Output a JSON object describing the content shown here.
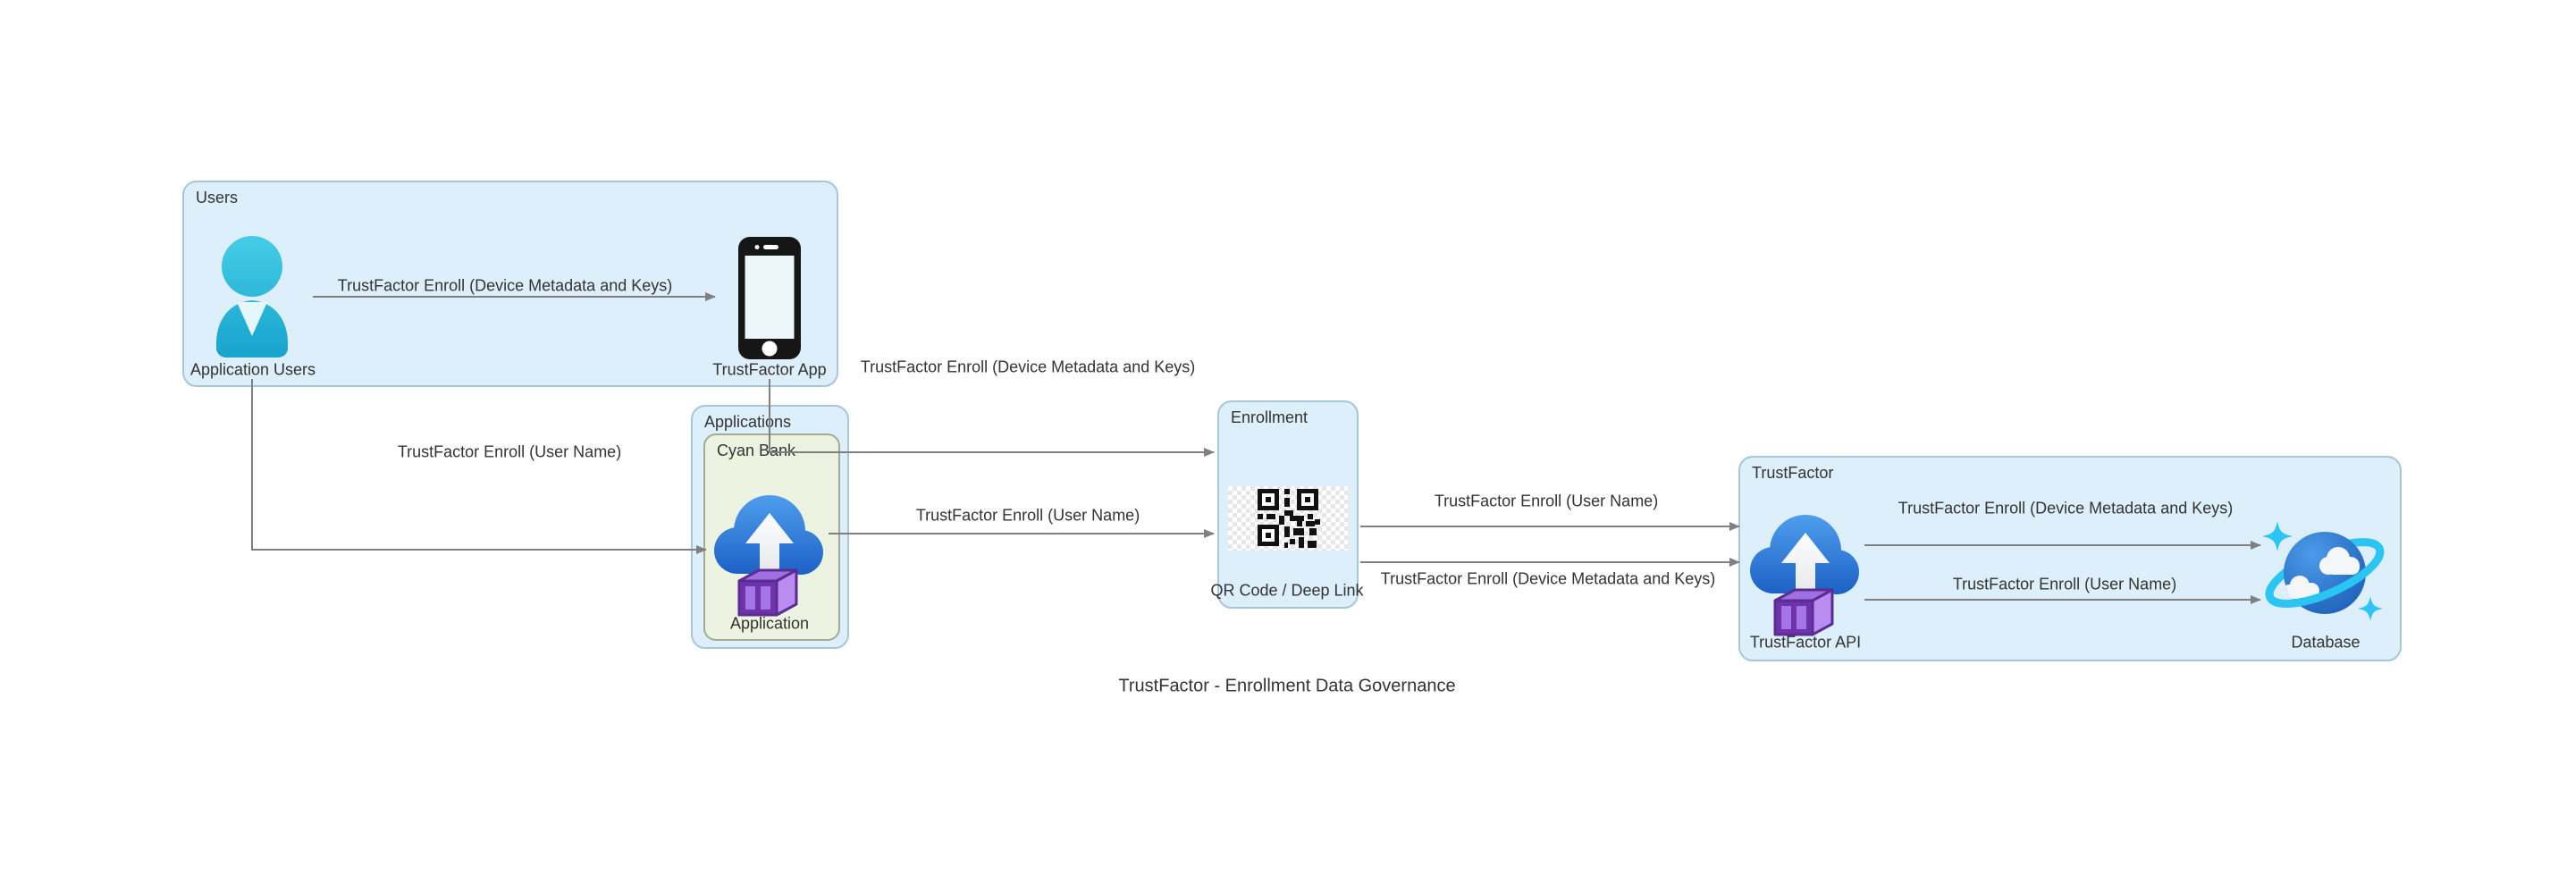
{
  "title": "TrustFactor - Enrollment Data Governance",
  "containers": {
    "users": {
      "label": "Users"
    },
    "applications": {
      "label": "Applications"
    },
    "cyan_bank": {
      "label": "Cyan Bank"
    },
    "enrollment": {
      "label": "Enrollment"
    },
    "trustfactor": {
      "label": "TrustFactor"
    }
  },
  "nodes": {
    "application_users": {
      "label": "Application Users",
      "icon": "person-icon"
    },
    "trustfactor_app": {
      "label": "TrustFactor App",
      "icon": "smartphone-icon"
    },
    "application": {
      "label": "Application",
      "icon": "cloud-upload-container-icon"
    },
    "qr_code": {
      "label": "QR Code / Deep Link",
      "icon": "qr-code-icon"
    },
    "trustfactor_api": {
      "label": "TrustFactor API",
      "icon": "cloud-upload-container-icon"
    },
    "database": {
      "label": "Database",
      "icon": "cosmos-db-globe-icon"
    }
  },
  "edges": {
    "users_to_app": {
      "label": "TrustFactor Enroll (Device Metadata and Keys)"
    },
    "app_to_enrollment": {
      "label": "TrustFactor Enroll (Device Metadata and Keys)"
    },
    "users_to_application": {
      "label": "TrustFactor Enroll (User Name)"
    },
    "application_to_qr": {
      "label": "TrustFactor Enroll (User Name)"
    },
    "qr_to_api_username": {
      "label": "TrustFactor Enroll (User Name)"
    },
    "qr_to_api_device": {
      "label": "TrustFactor Enroll (Device Metadata and Keys)"
    },
    "api_to_db_device": {
      "label": "TrustFactor Enroll (Device Metadata and Keys)"
    },
    "api_to_db_username": {
      "label": "TrustFactor Enroll (User Name)"
    }
  },
  "colors": {
    "container_fill": "#ddeffa",
    "container_border": "#a7c6d6",
    "cyan_bank_fill": "#edf3e1",
    "cyan_bank_border": "#a3ab97",
    "edge_stroke": "#808080",
    "text": "#333333",
    "person_cyan": "#2bb9dc",
    "cloud_blue_top": "#4e9eec",
    "cloud_blue_bottom": "#1c60c6",
    "container_purple": "#8c52cf",
    "ring_cyan": "#2bc5f4",
    "sphere_blue": "#1d64c4"
  }
}
